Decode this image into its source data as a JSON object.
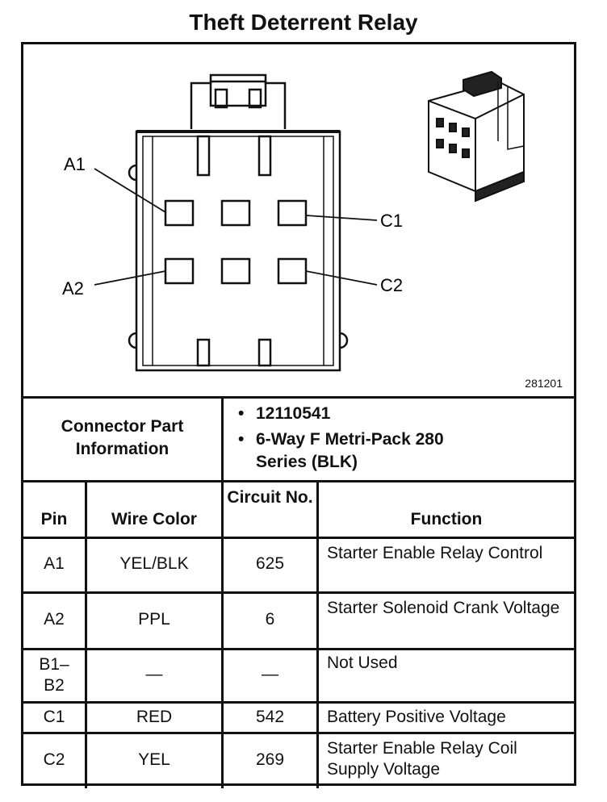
{
  "title": "Theft Deterrent Relay",
  "figure": {
    "figure_id": "281201",
    "labels": {
      "a1": "A1",
      "a2": "A2",
      "c1": "C1",
      "c2": "C2"
    }
  },
  "connector_info": {
    "label": "Connector Part Information",
    "items": [
      "12110541",
      "6-Way F Metri-Pack 280 Series (BLK)"
    ]
  },
  "table": {
    "headers": {
      "pin": "Pin",
      "wire_color": "Wire Color",
      "circuit": "Circuit No.",
      "function": "Function"
    },
    "rows": [
      {
        "pin": "A1",
        "wire_color": "YEL/BLK",
        "circuit": "625",
        "function": "Starter Enable Relay Control"
      },
      {
        "pin": "A2",
        "wire_color": "PPL",
        "circuit": "6",
        "function": "Starter Solenoid Crank Voltage"
      },
      {
        "pin": "B1–B2",
        "wire_color": "—",
        "circuit": "—",
        "function": "Not Used"
      },
      {
        "pin": "C1",
        "wire_color": "RED",
        "circuit": "542",
        "function": "Battery Positive Voltage"
      },
      {
        "pin": "C2",
        "wire_color": "YEL",
        "circuit": "269",
        "function": "Starter Enable Relay Coil Supply Voltage"
      }
    ]
  }
}
